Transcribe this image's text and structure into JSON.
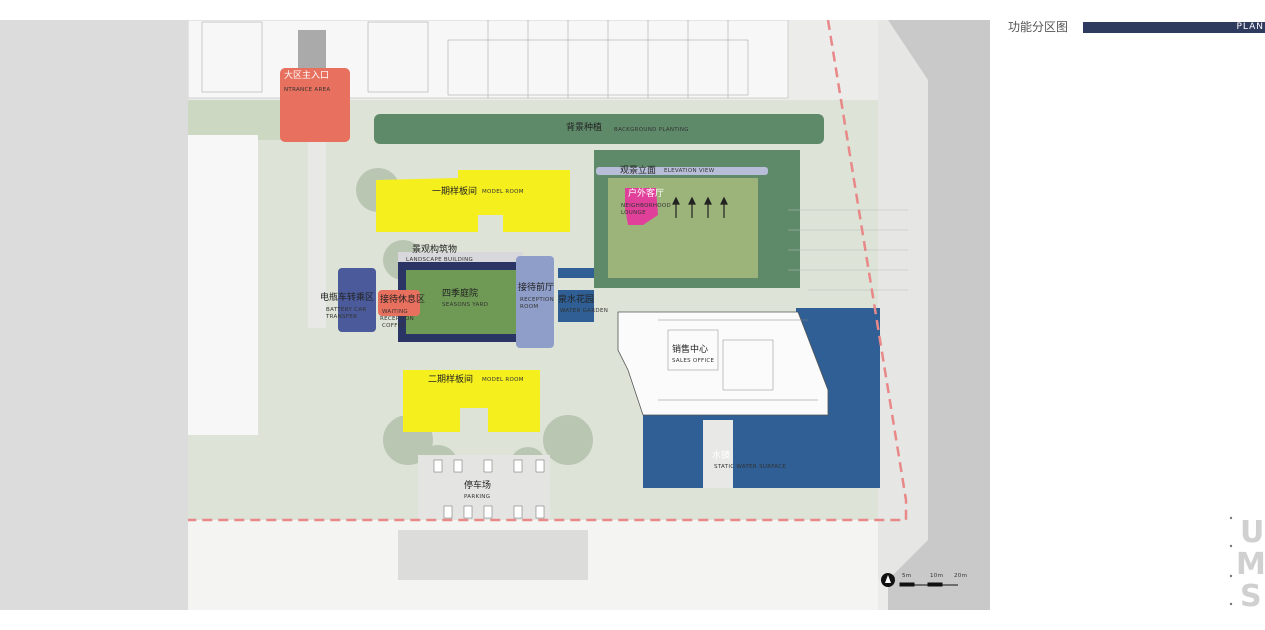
{
  "header": {
    "title": "功能分区图",
    "plan_label": "PLAN"
  },
  "zones": {
    "entrance_cn": "大区主入口",
    "entrance_en": "NTRANCE  AREA",
    "background_planting_cn": "背景种植",
    "background_planting_en": "BACKGROUND  PLANTING",
    "model_room_1_cn": "一期样板间",
    "model_room_1_en": "MODEL  ROOM",
    "elevation_view_cn": "观景立面",
    "elevation_view_en": "ELEVATION  VIEW",
    "lounge_cn": "户外客厅",
    "lounge_en_1": "NEIGHBORHOOD",
    "lounge_en_2": "LOUNGE",
    "landscape_building_cn": "景观构筑物",
    "landscape_building_en": "LANDSCAPE  BUILDING",
    "battery_cn": "电瓶车转乘区",
    "battery_en_1": "BATTERY  CAR",
    "battery_en_2": "TRANSFER",
    "waiting_cn": "接待休息区",
    "waiting_en_1": "WAITING",
    "waiting_en_2": "RECEPTION",
    "waiting_en_3": "COFFEE",
    "seasons_cn": "四季庭院",
    "seasons_en": "SEASONS  YARD",
    "reception_cn": "接待前厅",
    "reception_en_1": "RECEPTION",
    "reception_en_2": "ROOM",
    "water_garden_cn": "泉水花园",
    "water_garden_en": "WATER  GARDEN",
    "sales_cn": "销售中心",
    "sales_en": "SALES OFFICE",
    "model_room_2_cn": "二期样板间",
    "model_room_2_en": "MODEL  ROOM",
    "water_cn": "水镜",
    "water_en": "STATIC  WATER  SURFACE",
    "parking_cn": "停车场",
    "parking_en": "PARKING"
  },
  "scale_bar": {
    "labels": [
      "5m",
      "10m",
      "20m"
    ]
  },
  "colors": {
    "header_bar": "#2e3a5e",
    "model_room": "#f5ef1e",
    "entrance": "#e8705e",
    "planting": "#5f8a6a",
    "lawn": "#9cb47a",
    "reception": "#8f9ec8",
    "battery": "#4a5a9a",
    "water": "#2f5f94",
    "lounge": "#e0409a",
    "boundary": "#e88888"
  },
  "logo": {
    "letters": "UMS"
  }
}
